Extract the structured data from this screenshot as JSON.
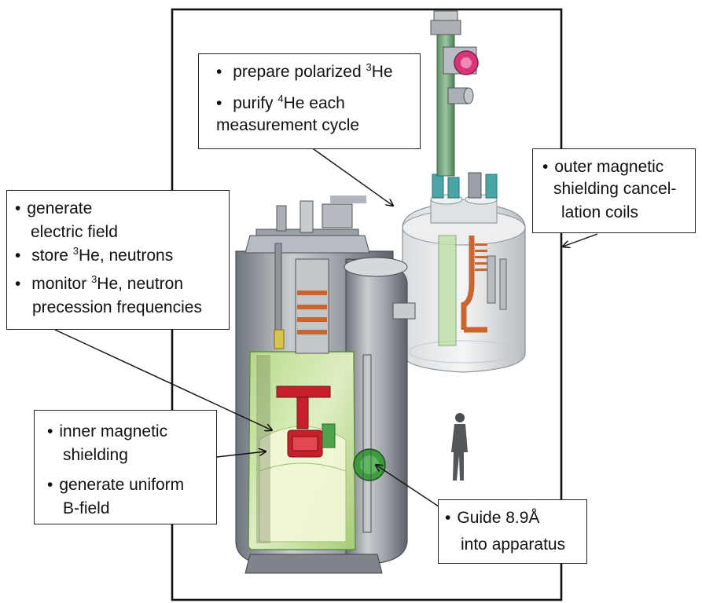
{
  "annotations": {
    "polarize": {
      "line1_pre": "prepare polarized ",
      "line1_sup": "3",
      "line1_post": "He",
      "line2_pre": "purify ",
      "line2_sup": "4",
      "line2_post": "He each",
      "line3": "measurement cycle"
    },
    "outer": {
      "line1": "outer magnetic",
      "line2": "shielding cancel-",
      "line3": "lation coils"
    },
    "cell": {
      "line1": "generate",
      "line2": "electric field",
      "line3_pre": "store ",
      "line3_sup": "3",
      "line3_post": "He, neutrons",
      "line4_pre": "monitor ",
      "line4_sup": "3",
      "line4_post": "He, neutron",
      "line5": "precession frequencies"
    },
    "inner": {
      "line1": "inner magnetic",
      "line2": "shielding",
      "line3": "generate uniform",
      "line4": "B-field"
    },
    "guide": {
      "line1": "Guide 8.9Å",
      "line2": "into apparatus"
    }
  },
  "colors": {
    "frame": "#111111",
    "steel": "#9aa0a6",
    "steel_dark": "#6e747b",
    "green_shield": "#cfe8a6",
    "tube_green": "#7fae84",
    "magenta_valve": "#d8347a",
    "copper": "#c9652e",
    "red_cell": "#c8202a"
  }
}
